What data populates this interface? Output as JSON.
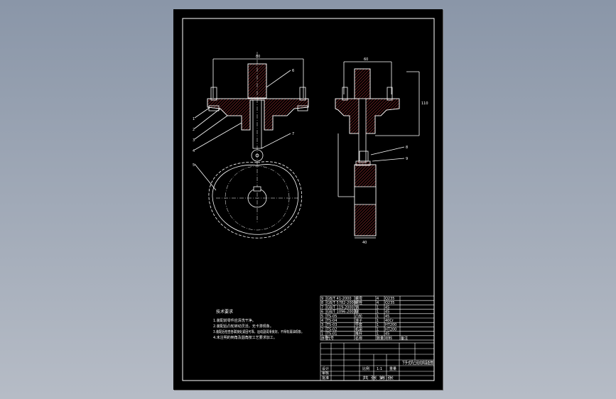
{
  "drawing": {
    "title": "下升式的凸轮机构装配图",
    "notes_heading": "技术要求",
    "notes": [
      "1.装配前零件应清洗干净。",
      "2.装配后凸轮转动灵活，无卡滞现象。",
      "3.装配后检查各联接处紧固可靠，运动副润滑良好，不得有漏油现象。",
      "4.未注明的倒角及圆角按工艺要求加工。"
    ],
    "balloons_front": [
      "1",
      "2",
      "3",
      "4",
      "5",
      "6",
      "7"
    ],
    "balloons_side": [
      "8",
      "9"
    ],
    "dims": {
      "front_top": "80",
      "side_top": "60",
      "side_right": "110",
      "side_bottom": "40"
    },
    "bom_rows": [
      [
        "9",
        "GB/T 41-2000",
        "螺母",
        "4",
        "Q235",
        ""
      ],
      [
        "8",
        "GB/T 5782-2000",
        "螺栓",
        "4",
        "Q235",
        ""
      ],
      [
        "7",
        "GB/T 119-2000",
        "销",
        "1",
        "45",
        ""
      ],
      [
        "6",
        "GB/T 1096-2003",
        "键",
        "1",
        "45",
        ""
      ],
      [
        "5",
        "TS-05",
        "凸轮",
        "1",
        "45",
        ""
      ],
      [
        "4",
        "TS-04",
        "滚子",
        "1",
        "40Cr",
        ""
      ],
      [
        "3",
        "TS-03",
        "导套",
        "1",
        "HT200",
        ""
      ],
      [
        "2",
        "TS-02",
        "机架",
        "1",
        "HT200",
        ""
      ],
      [
        "1",
        "TS-01",
        "推杆",
        "1",
        "45",
        ""
      ]
    ],
    "bom_header": [
      "序号",
      "代号",
      "名称",
      "数量",
      "材料",
      "备注"
    ],
    "title_block": {
      "scale_label": "比例",
      "scale": "1:1",
      "sheet_label": "共 张 第 张",
      "designer": "设计",
      "checker": "审核",
      "approver": "批准",
      "weight_label": "重量"
    }
  }
}
